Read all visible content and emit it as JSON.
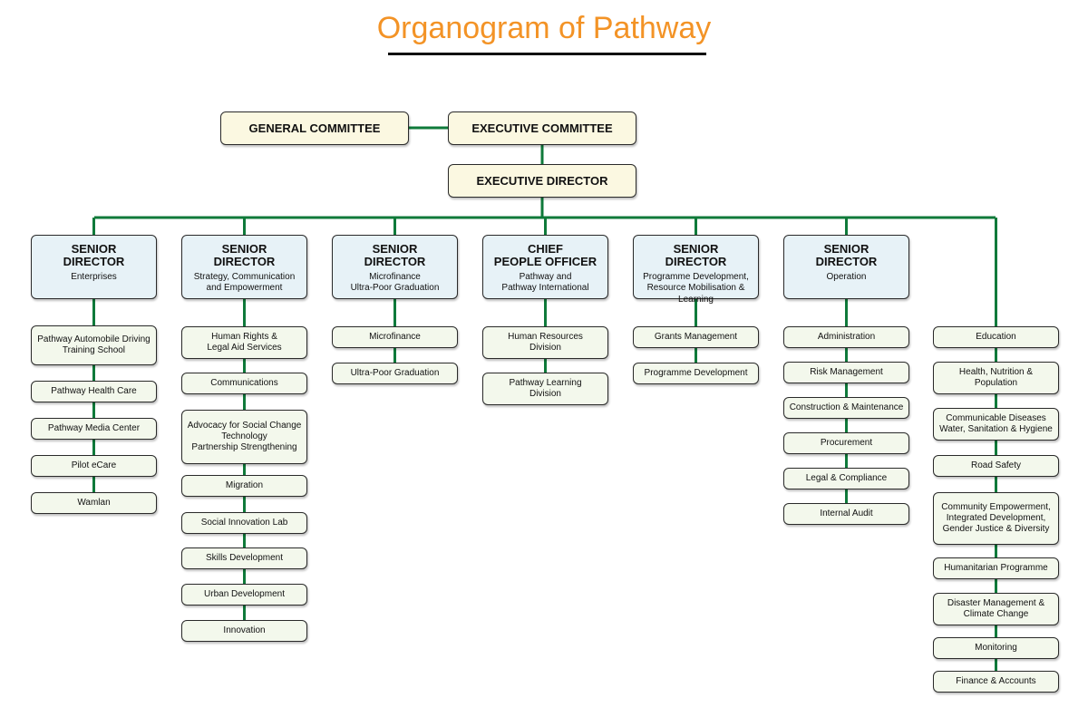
{
  "title": "Organogram of Pathway",
  "top": {
    "general_committee": "GENERAL COMMITTEE",
    "executive_committee": "EXECUTIVE COMMITTEE",
    "executive_director": "EXECUTIVE DIRECTOR"
  },
  "divisions": [
    {
      "heading": "SENIOR\nDIRECTOR",
      "subtitle": "Enterprises",
      "items": [
        "Pathway Automobile Driving\nTraining School",
        "Pathway Health Care",
        "Pathway Media Center",
        "Pilot eCare",
        "Wamlan"
      ]
    },
    {
      "heading": "SENIOR\nDIRECTOR",
      "subtitle": "Strategy, Communication\nand Empowerment",
      "items": [
        "Human Rights &\nLegal Aid Services",
        "Communications",
        "Advocacy for Social Change\nTechnology\nPartnership Strengthening",
        "Migration",
        "Social Innovation Lab",
        "Skills Development",
        "Urban Development",
        "Innovation"
      ]
    },
    {
      "heading": "SENIOR\nDIRECTOR",
      "subtitle": "Microfinance\nUltra-Poor Graduation",
      "items": [
        "Microfinance",
        "Ultra-Poor Graduation"
      ]
    },
    {
      "heading": "CHIEF\nPEOPLE OFFICER",
      "subtitle": "Pathway and\nPathway International",
      "items": [
        "Human Resources\nDivision",
        "Pathway Learning\nDivision"
      ]
    },
    {
      "heading": "SENIOR\nDIRECTOR",
      "subtitle": "Programme Development,\nResource Mobilisation & Learning",
      "items": [
        "Grants Management",
        "Programme Development"
      ]
    },
    {
      "heading": "SENIOR\nDIRECTOR",
      "subtitle": "Operation",
      "items": [
        "Administration",
        "Risk Management",
        "Construction & Maintenance",
        "Procurement",
        "Legal & Compliance",
        "Internal Audit"
      ]
    },
    {
      "heading": "",
      "subtitle": "",
      "items": [
        "Education",
        "Health, Nutrition &\nPopulation",
        "Communicable Diseases\nWater, Sanitation & Hygiene",
        "Road Safety",
        "Community Empowerment,\nIntegrated Development,\nGender Justice & Diversity",
        "Humanitarian Programme",
        "Disaster Management &\nClimate Change",
        "Monitoring",
        "Finance & Accounts"
      ]
    }
  ],
  "colors": {
    "title": "#f39326",
    "connector": "#0f7a3a",
    "top_box_fill": "#fbf8e1",
    "head_box_fill": "#e7f2f7",
    "item_box_fill": "#f3f8ec"
  }
}
